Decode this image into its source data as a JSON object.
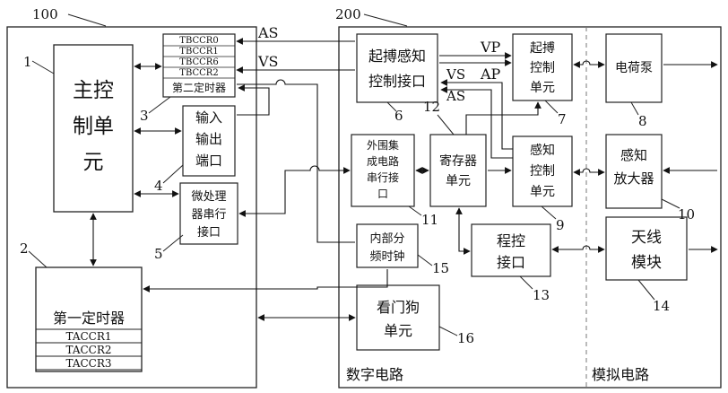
{
  "blocks": {
    "left_box_id": "100",
    "right_box_id": "200",
    "main_ctrl": {
      "lines": [
        "主控",
        "制单",
        "元"
      ],
      "num": "1"
    },
    "first_timer": {
      "label": "第一定时器",
      "regs": [
        "TACCR1",
        "TACCR2",
        "TACCR3"
      ],
      "num": "2"
    },
    "second_timer": {
      "regs": [
        "TBCCR0",
        "TBCCR1",
        "TBCCR6",
        "TBCCR2"
      ],
      "label": "第二定时器",
      "num": "3"
    },
    "io_port": {
      "lines": [
        "输入",
        "输出",
        "端口"
      ],
      "num": "4"
    },
    "mcu_serial": {
      "lines": [
        "微处理",
        "器串行",
        "接口"
      ],
      "num": "5"
    },
    "pulse_if": {
      "lines": [
        "起搏感知",
        "控制接口"
      ],
      "num": "6"
    },
    "pulse_ctrl": {
      "lines": [
        "起搏",
        "控制",
        "单元"
      ],
      "num": "7"
    },
    "charge_pump": {
      "label": "电荷泵",
      "num": "8"
    },
    "sense_ctrl": {
      "lines": [
        "感知",
        "控制",
        "单元"
      ],
      "num": "9"
    },
    "sense_amp": {
      "lines": [
        "感知",
        "放大器"
      ],
      "num": "10"
    },
    "periph_serial": {
      "lines": [
        "外围集",
        "成电路",
        "串行接",
        "口"
      ],
      "num": "11"
    },
    "register": {
      "lines": [
        "寄存器",
        "单元"
      ],
      "num": "12"
    },
    "prog_if": {
      "lines": [
        "程控",
        "接口"
      ],
      "num": "13"
    },
    "antenna": {
      "lines": [
        "天线",
        "模块"
      ],
      "num": "14"
    },
    "clock_div": {
      "lines": [
        "内部分",
        "频时钟"
      ],
      "num": "15"
    },
    "watchdog": {
      "lines": [
        "看门狗",
        "单元"
      ],
      "num": "16"
    }
  },
  "signals": {
    "as": "AS",
    "vs": "VS",
    "vp": "VP",
    "ap": "AP"
  },
  "regions": {
    "digital": "数字电路",
    "analog": "模拟电路"
  }
}
